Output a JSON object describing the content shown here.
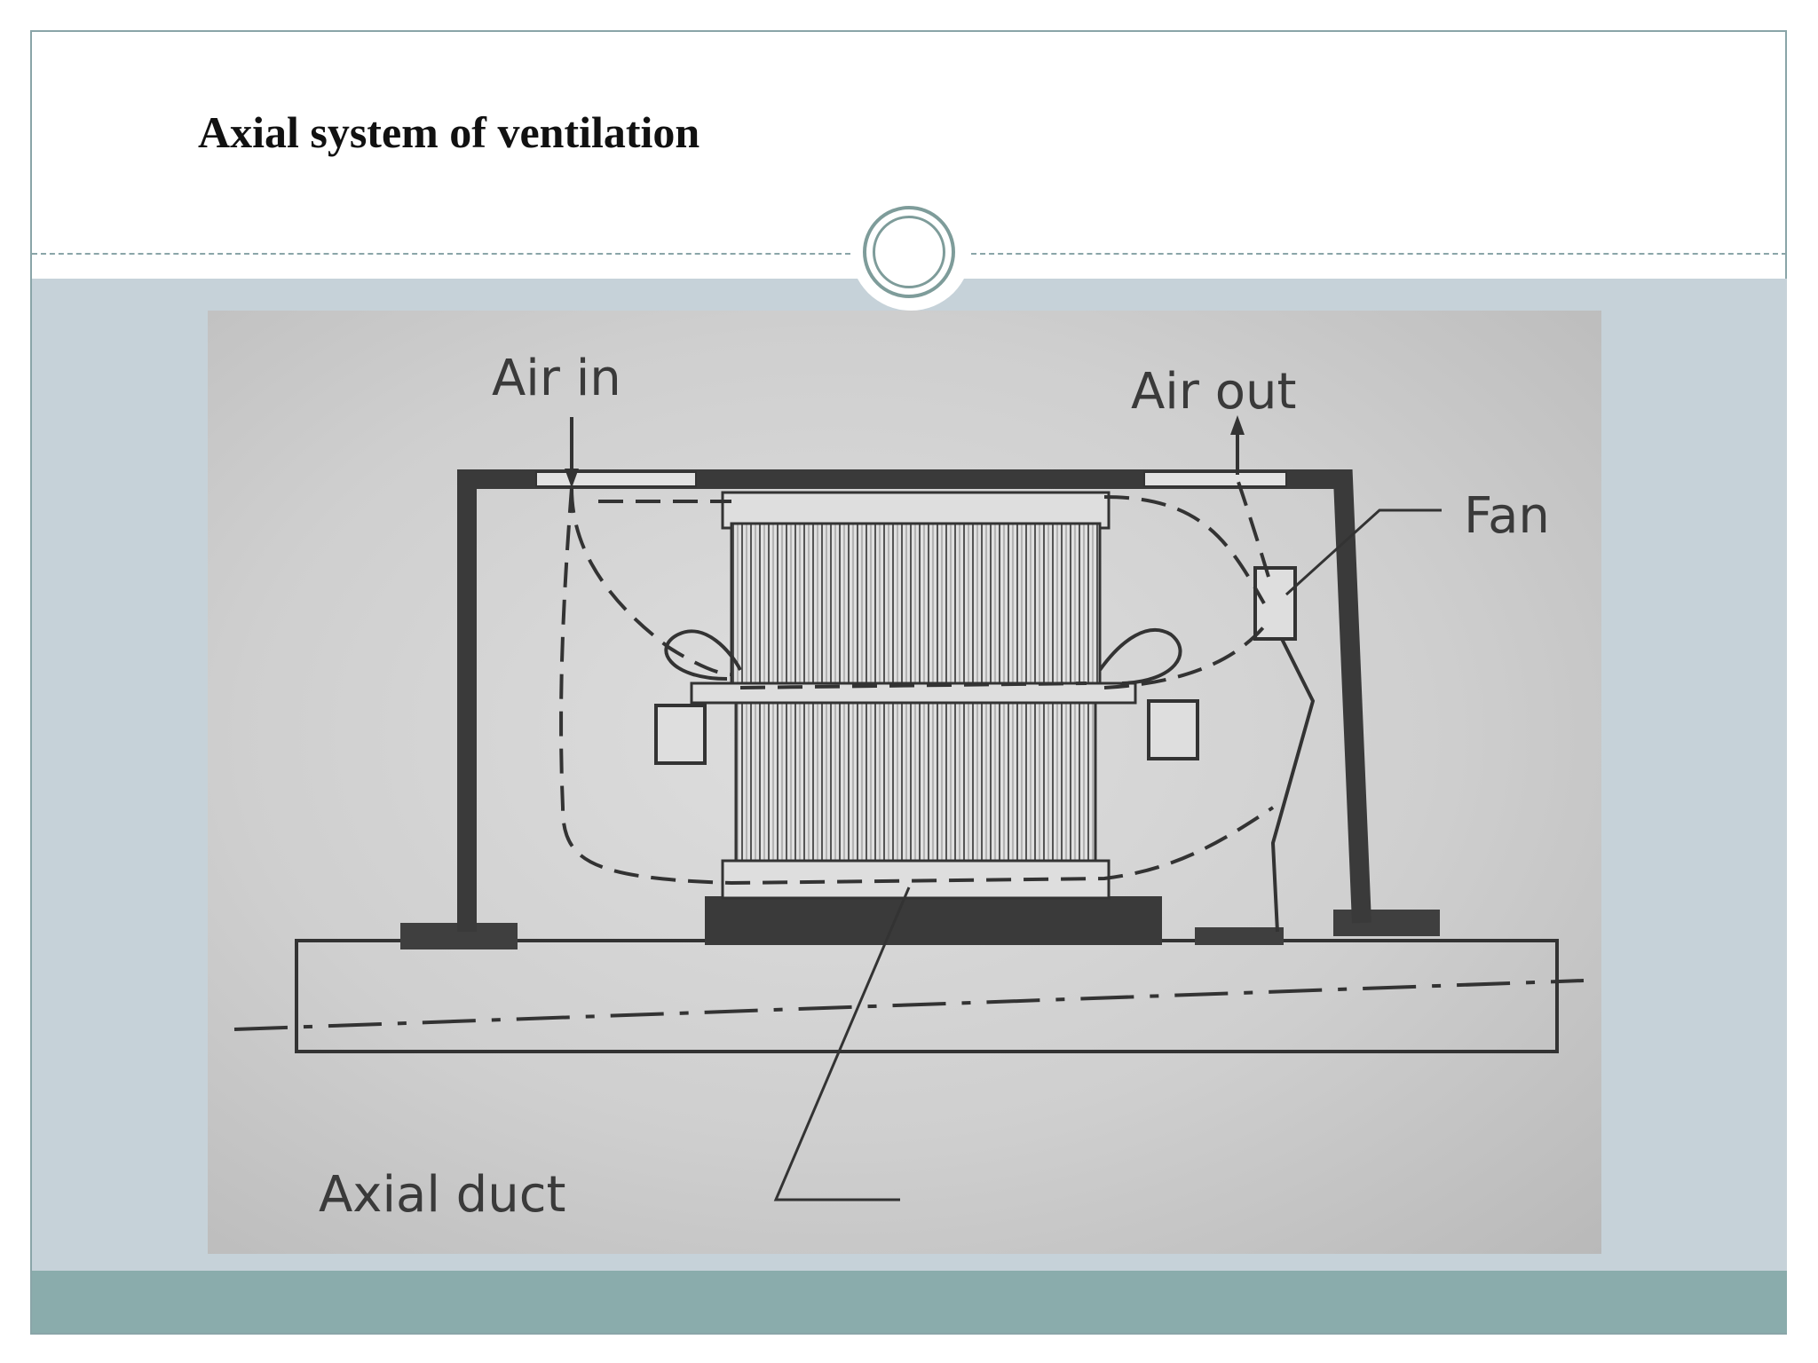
{
  "slide": {
    "title": "Axial system of ventilation"
  },
  "diagram": {
    "labels": {
      "air_in": "Air  in",
      "air_out": "Air  out",
      "fan": "Fan",
      "axial_duct": "Axial  duct"
    }
  },
  "colors": {
    "content_bg": "#c6d2d9",
    "footer_bar": "#8aacac",
    "ornament": "#7e9c9a"
  }
}
